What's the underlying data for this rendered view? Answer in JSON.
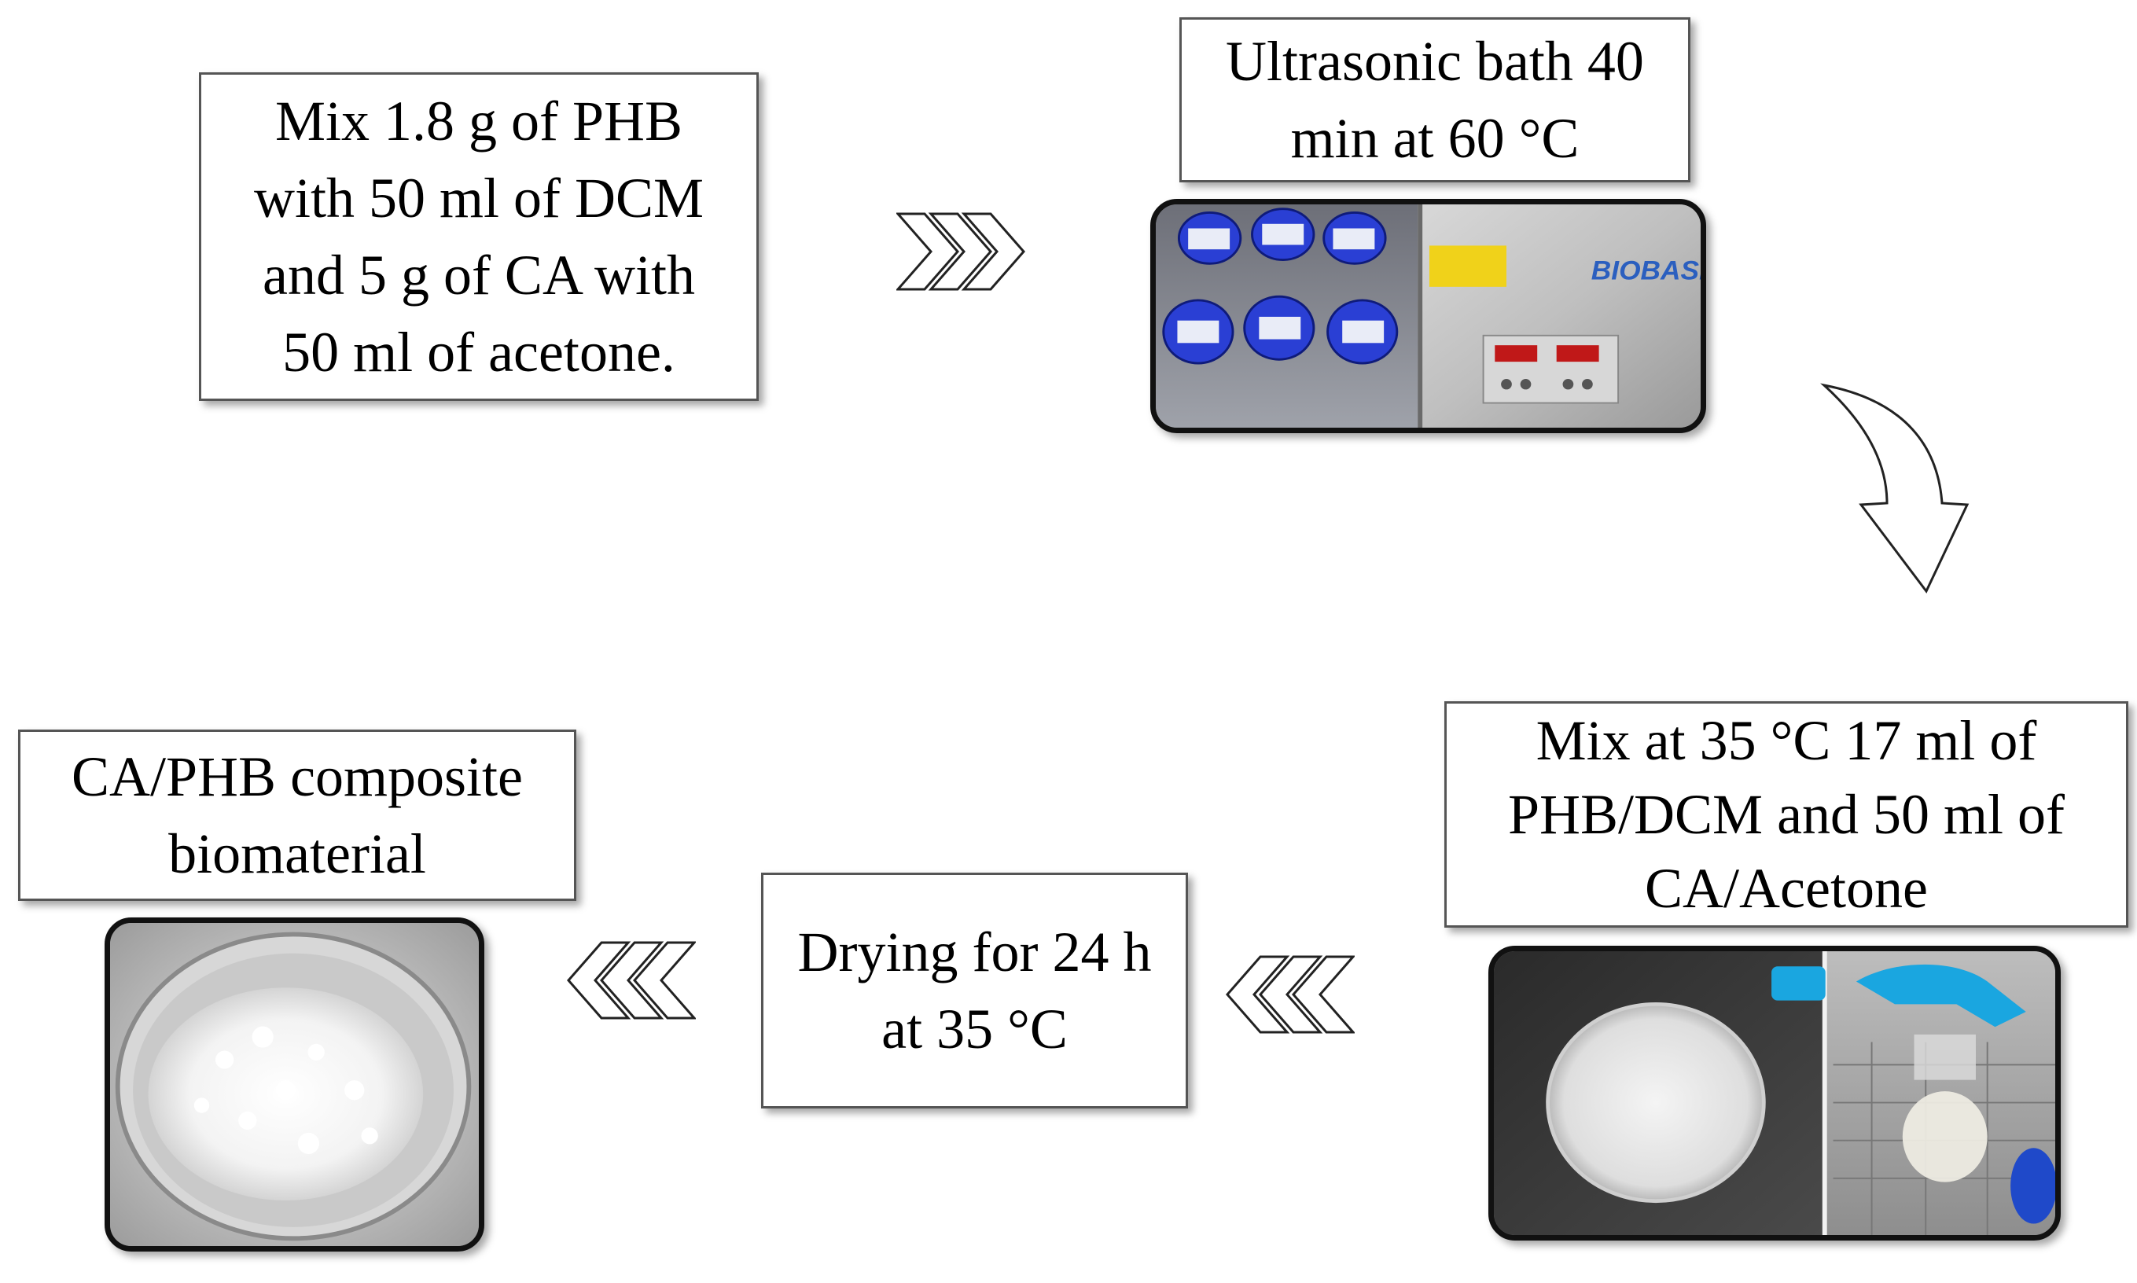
{
  "steps": [
    {
      "text": "Mix 1.8 g of PHB\nwith 50 ml of DCM\nand 5 g of CA with\n50 ml of acetone."
    },
    {
      "text": "Ultrasonic bath 40\nmin at 60 °C"
    },
    {
      "text": "Mix at 35 °C 17 ml of\nPHB/DCM and 50 ml of\nCA/Acetone"
    },
    {
      "text": "Drying for 24 h\nat 35 °C"
    },
    {
      "text": "CA/PHB composite\nbiomaterial"
    }
  ],
  "photos": {
    "ultrasonic_brand": "BIOBASE"
  },
  "colors": {
    "box_border": "#555555",
    "cap_blue": "#2a3fd4",
    "glove_blue": "#1aa6e0"
  }
}
